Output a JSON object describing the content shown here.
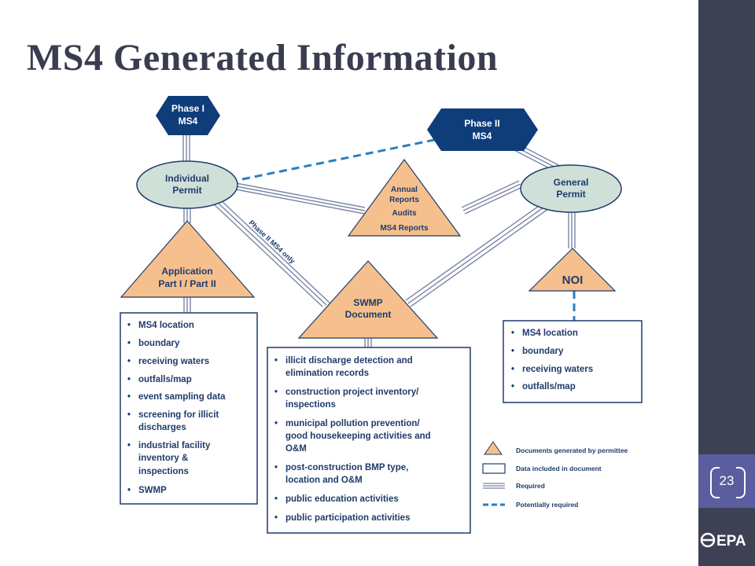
{
  "slide": {
    "title": "MS4 Generated Information",
    "page_number": "23",
    "logo_text": "EPA"
  },
  "diagram": {
    "phase1": [
      "Phase I",
      "MS4"
    ],
    "phase2": [
      "Phase II",
      "MS4"
    ],
    "individual_permit": [
      "Individual",
      "Permit"
    ],
    "general_permit": [
      "General",
      "Permit"
    ],
    "annual": [
      "Annual",
      "Reports",
      "Audits",
      "MS4 Reports"
    ],
    "application": [
      "Application",
      "Part I / Part II"
    ],
    "swmp": [
      "SWMP",
      "Document"
    ],
    "noi": "NOI",
    "phase2_only_label": "Phase II MS4 only",
    "application_items": [
      "MS4 location",
      "boundary",
      "receiving waters",
      "outfalls/map",
      "event sampling data",
      "screening for illicit",
      "discharges",
      "industrial facility",
      "inventory &",
      "inspections",
      "SWMP"
    ],
    "swmp_items": [
      "illicit discharge detection and",
      "elimination records",
      "construction project inventory/",
      "inspections",
      "municipal pollution prevention/",
      "good housekeeping activities and",
      "O&M",
      "post-construction BMP type,",
      "location and O&M",
      "public education activities",
      "public participation activities"
    ],
    "noi_items": [
      "MS4 location",
      "boundary",
      "receiving waters",
      "outfalls/map"
    ],
    "legend": [
      "Documents generated by permittee",
      "Data included in document",
      "Required",
      "Potentially required"
    ]
  },
  "colors": {
    "hex_fill": "#0f3d7a",
    "ellipse_fill": "#cfe0d8",
    "triangle_fill": "#f5c08d",
    "navy": "#1f3b6b",
    "dash": "#2a7fc0"
  }
}
